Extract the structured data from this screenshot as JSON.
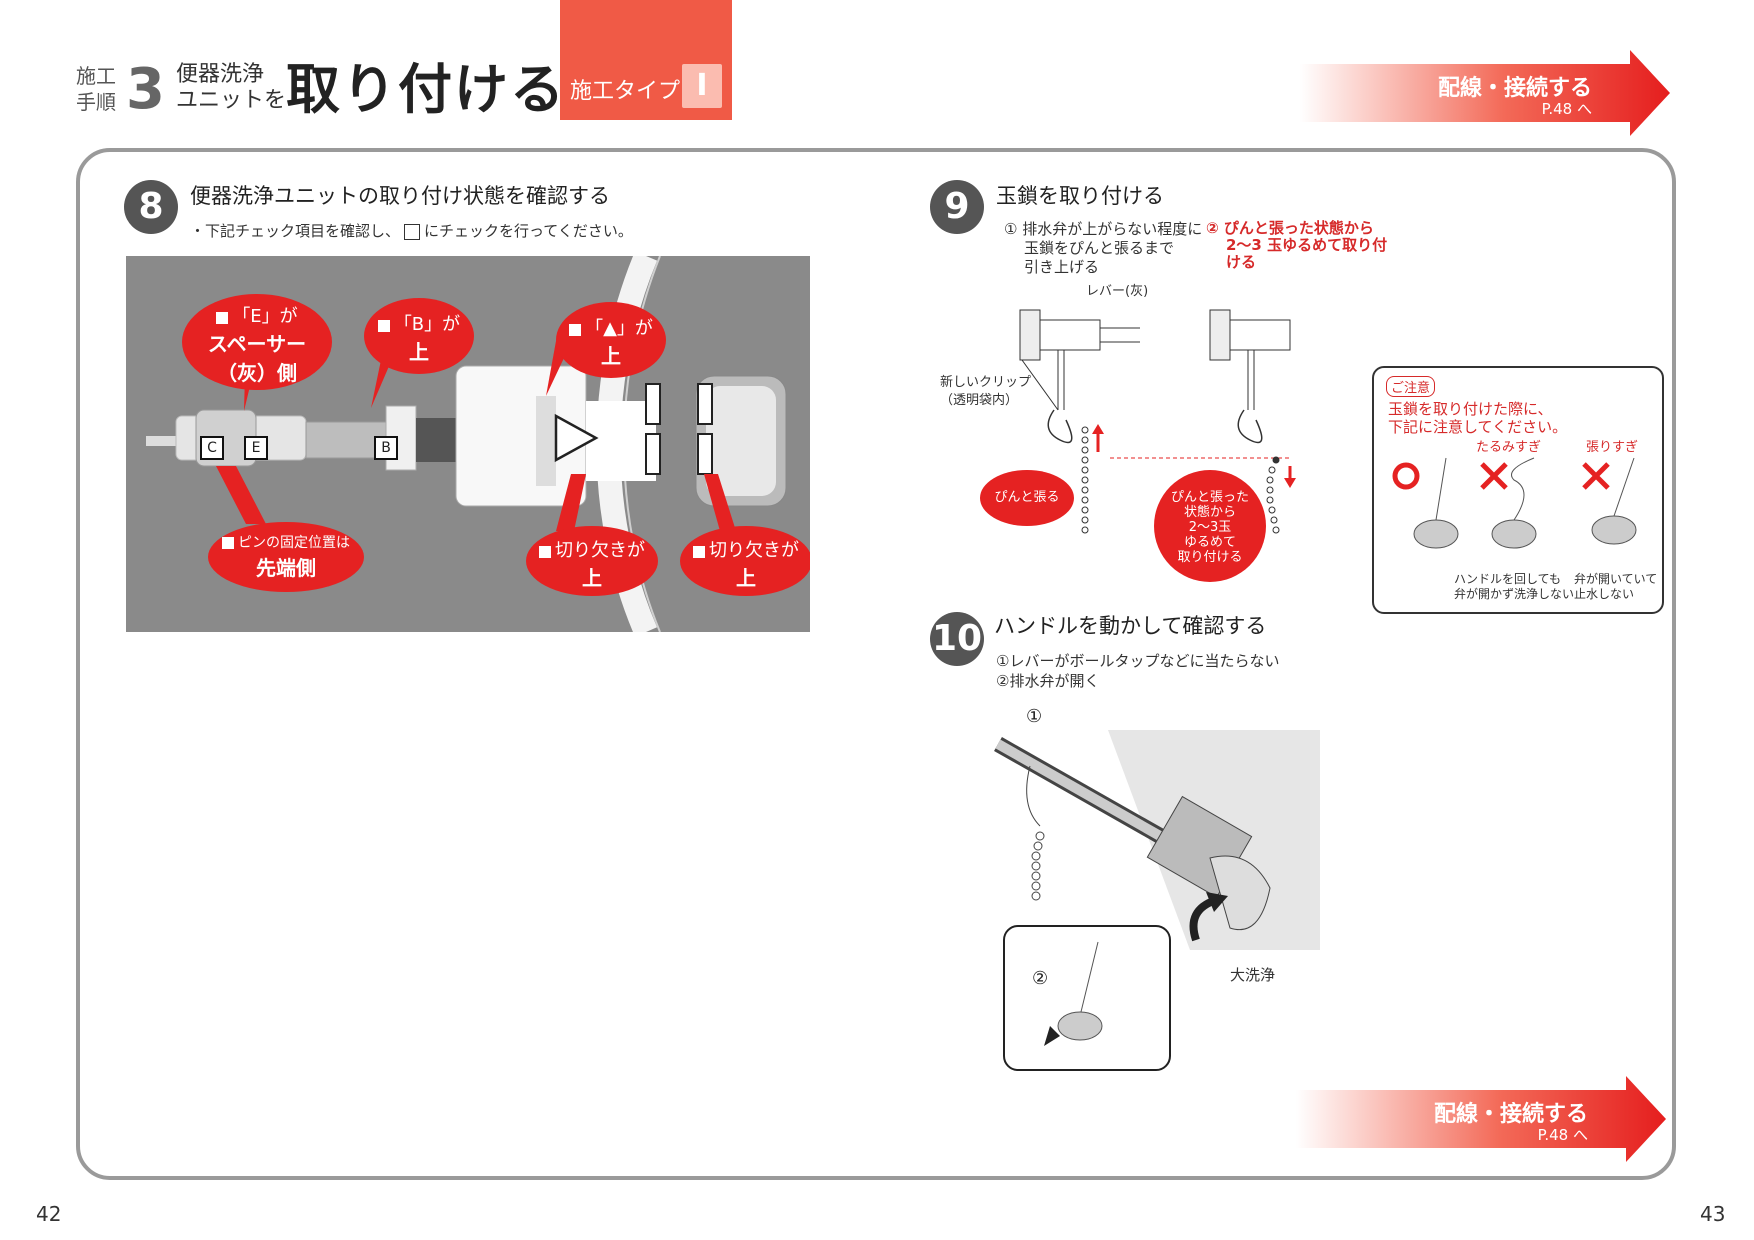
{
  "header": {
    "left_small": [
      "施工",
      "手順"
    ],
    "step_number": "3",
    "mid": [
      "便器洗浄",
      "ユニットを"
    ],
    "title": "取り付ける",
    "type_label": "施工タイプ",
    "type_number": "Ⅰ",
    "banner_text": "配線・接続する",
    "banner_page": "P.48 へ"
  },
  "step8": {
    "num": "8",
    "title": "便器洗浄ユニットの取り付け状態を確認する",
    "note_prefix": "・下記チェック項目を確認し、",
    "note_suffix": "にチェックを行ってください。",
    "bubbles": {
      "e_l1": "「E」が",
      "e_l2": "スペーサー",
      "e_l3": "（灰）側",
      "b_l1": "「B」が",
      "b_l2": "上",
      "tri_l1": "「▲」が",
      "tri_l2": "上",
      "pin_l1": "ピンの固定位置は",
      "pin_l2": "先端側",
      "notch1_l1": "切り欠きが",
      "notch1_l2": "上",
      "notch2_l1": "切り欠きが",
      "notch2_l2": "上"
    },
    "part_labels": {
      "c": "C",
      "e": "E",
      "b": "B"
    }
  },
  "step9": {
    "num": "9",
    "title": "玉鎖を取り付ける",
    "note1": [
      "① 排水弁が上がらない程度に",
      "玉鎖をぴんと張るまで",
      "引き上げる"
    ],
    "note2": [
      "② ぴんと張った状態から",
      "2～3 玉ゆるめて取り付",
      "ける"
    ],
    "lever_label": "レバー(灰)",
    "clip_label": [
      "新しいクリップ",
      "（透明袋内）"
    ],
    "taut_bubble": "ぴんと張る",
    "loosen_bubble": [
      "ぴんと張った",
      "状態から",
      "2～3玉",
      "ゆるめて",
      "取り付ける"
    ]
  },
  "caution": {
    "tag": "ご注意",
    "text": [
      "玉鎖を取り付けた際に、",
      "下記に注意してください。"
    ],
    "slack_label": "たるみすぎ",
    "tight_label": "張りすぎ",
    "slack_desc": [
      "ハンドルを回しても",
      "弁が開かず洗浄しない"
    ],
    "tight_desc": [
      "弁が開いていて",
      "止水しない"
    ]
  },
  "step10": {
    "num": "10",
    "title": "ハンドルを動かして確認する",
    "note1": "①レバーがボールタップなどに当たらない",
    "note2": "②排水弁が開く",
    "marker1": "①",
    "marker2": "②",
    "flush_label": "大洗浄"
  },
  "footer_banner": {
    "text": "配線・接続する",
    "page": "P.48 へ"
  },
  "page_numbers": {
    "left": "42",
    "right": "43"
  },
  "colors": {
    "accent_red": "#e52222",
    "frame_gray": "#9a9a9a",
    "type_box": "#f05a46"
  }
}
